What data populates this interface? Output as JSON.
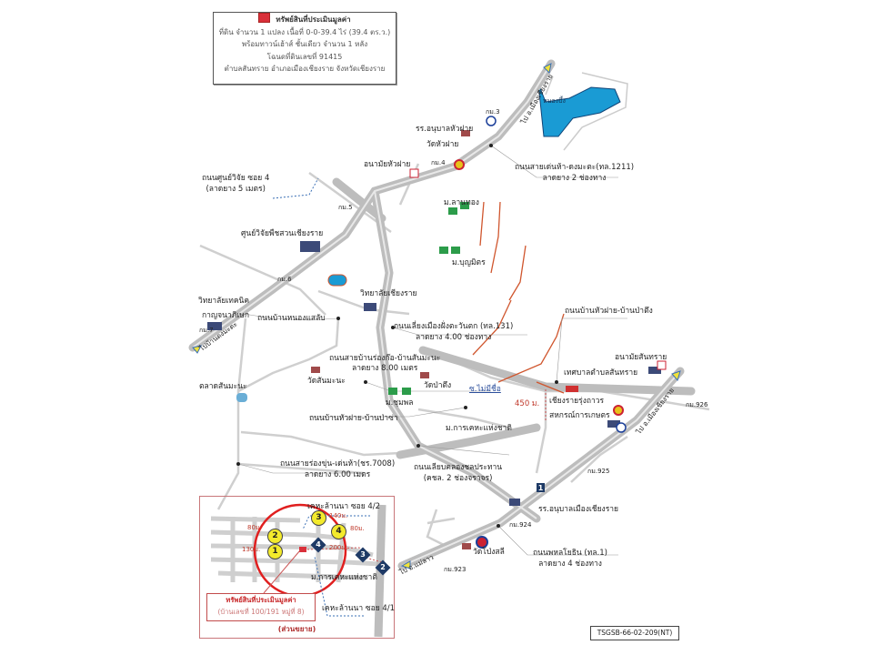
{
  "legend": {
    "title": "ทรัพย์สินที่ประเมินมูลค่า",
    "lines": [
      "ที่ดิน จำนวน 1 แปลง เนื้อที่ 0-0-39.4 ไร่ (39.4 ตร.ว.)",
      "พร้อมทาวน์เฮ้าส์ ชั้นเดียว จำนวน 1 หลัง",
      "โฉนดที่ดินเลขที่ 91415",
      "ตำบลสันทราย  อำเภอเมืองเชียงราย  จังหวัดเชียงราย"
    ]
  },
  "places": {
    "nong_bueng": "หนองบึ้ง",
    "school_huafai": "รร.อนุบาลหัวฝาย",
    "wat_huafai": "วัดหัวฝาย",
    "health_huafai": "อนามัยหัวฝาย",
    "moo_lanthong": "ม.ลานทอง",
    "moo_boonyamit": "ม.บุญมิตร",
    "research_center": "ศูนย์วิจัยพืชสวนเชียงราย",
    "tech_college": "วิทยาลัยเทคนิค",
    "tech_college_2": "กาญจนาภิเษก",
    "chiangrai_college": "วิทยาลัยเชียงราย",
    "wat_sanmana": "วัดสันมะนะ",
    "market_sanmana": "ตลาดสันมะนะ",
    "moo_chumphon": "ม.ชุมพล",
    "wat_patueng": "วัดป่าตึง",
    "soi_no_name": "ซ.ไม่มีชื่อ",
    "dist_450": "450 ม.",
    "moo_national_housing": "ม.การเคหะแห่งชาติ",
    "health_santhai": "อนามัยสันทราย",
    "tessaban_santhai": "เทศบาลตำบลสันทราย",
    "chiangrai_rungthavorn": "เชียงรายรุ่งถาวร",
    "coop": "สหกรณ์การเกษตร",
    "school_mueang": "รร.อนุบาลเมืองเชียงราย",
    "wat_pongsali": "วัดโป่งสลี"
  },
  "roads": {
    "r1211": "ถนนสายเด่นห้า-ดงมะตะ(ทล.1211)",
    "r1211_sub": "ลาดยาง 2 ช่องทาง",
    "soi4": "ถนนศูนย์วิจัย ซอย 4",
    "soi4_sub": "(ลาดยาง 5 เมตร)",
    "nongsaeb": "ถนนบ้านหนองแสลับ",
    "r131": "ถนนเลี่ยงเมืองฝั่งตะวันตก (ทล.131)",
    "r131_sub": "ลาดยาง 4.00 ช่องทาง",
    "huafai_patueng": "ถนนบ้านหัวฝาย-บ้านป่าตึง",
    "rongko": "ถนนสายบ้านร่องก๊อ-บ้านสันมะนะ",
    "rongko_sub": "ลาดยาง 8.00 เมตร",
    "huafai_pasa": "ถนนบ้านหัวฝาย-บ้านป่าซ่า",
    "r7008": "ถนนสายร่องขุ่น-เด่นห้า(ชร.7008)",
    "r7008_sub": "ลาดยาง 6.00 เมตร",
    "canal": "ถนนเลียบคลองชลประทาน",
    "canal_sub": "(คชล. 2 ช่องจราจร)",
    "phahon": "ถนนพหลโยธิน (ทล.1)",
    "phahon_sub": "ลาดยาง 4 ช่องทาง",
    "to_mueang_n": "ไป อ.เมืองเชียงราย",
    "to_mueang_e": "ไป อ.เมืองเชียงราย",
    "to_ban_dong": "ไปบ้านดงมะตะ",
    "to_maelao": "ไป อ.แม่ลาว"
  },
  "km_posts": [
    "กม.3",
    "กม.4",
    "กม.5",
    "กม.6",
    "กม.7",
    "กม.923",
    "กม.924",
    "กม.925",
    "กม.926"
  ],
  "inset": {
    "soi42": "เคหะล้านนา ซอย 4/2",
    "soi41": "เคหะล้านนา ซอย 4/1",
    "moo": "ม.การเคหะแห่งชาติ",
    "dist_130": "130ม.",
    "dist_140": "140ม.",
    "dist_80a": "80ม.",
    "dist_80b": "80ม.",
    "dist_200": "200ม.",
    "markers": [
      "1",
      "2",
      "3",
      "4"
    ],
    "route_markers": [
      "1",
      "2",
      "3",
      "4"
    ],
    "property_title": "ทรัพย์สินที่ประเมินมูลค่า",
    "property_address": "(บ้านเลขที่ 100/191 หมู่ที่ 8)",
    "caption": "(ส่วนขยาย)"
  },
  "code": "TSGSB-66-02-209(NT)",
  "colors": {
    "road": "#c8c8c8",
    "water": "#1a9bd4",
    "property": "#d9303a",
    "circle": "#e01f1f",
    "marker": "#f3ea2c",
    "route": "#1e3a66"
  }
}
